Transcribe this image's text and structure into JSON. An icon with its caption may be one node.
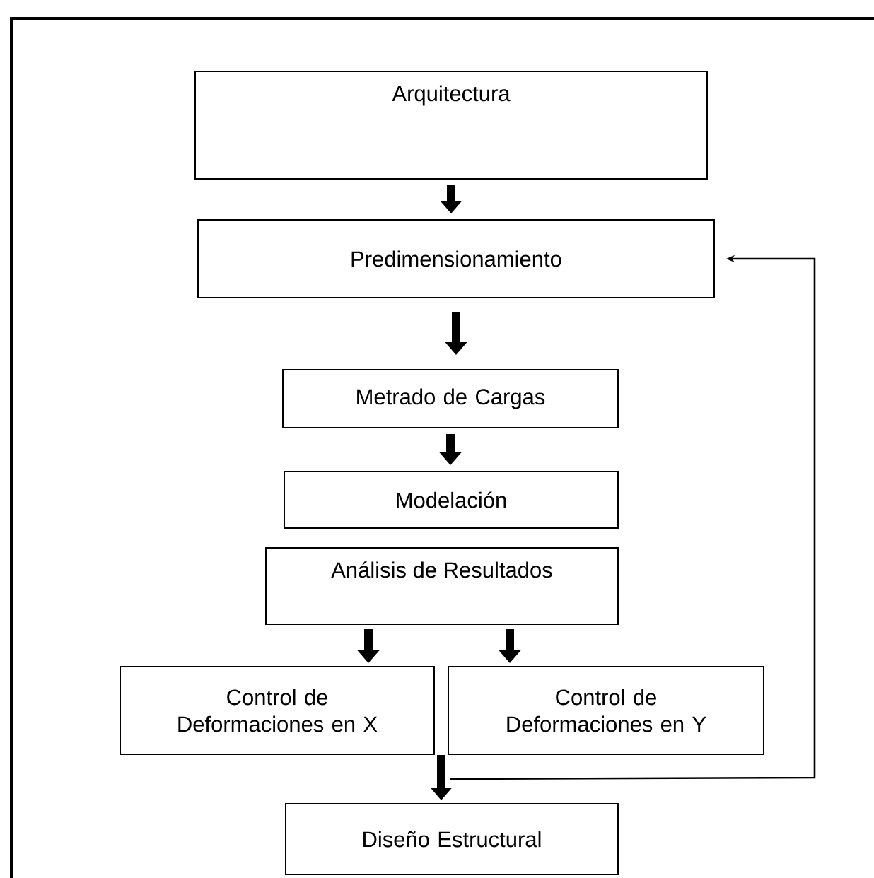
{
  "diagram": {
    "nodes": [
      {
        "text": [
          "Arquitectura"
        ]
      },
      {
        "text": [
          "Predimensionamiento"
        ]
      },
      {
        "text": [
          "Metrado de Cargas"
        ]
      },
      {
        "text": [
          "Modelación"
        ]
      },
      {
        "text": [
          "Análisis de Resultados"
        ]
      },
      {
        "text": [
          "Control de Deformaciones en X"
        ]
      },
      {
        "text": [
          "Control de Deformaciones en Y"
        ]
      },
      {
        "text": [
          "Diseño Estructural"
        ]
      }
    ],
    "edges": [
      {
        "from": 0,
        "to": 1,
        "arrow": "to"
      },
      {
        "from": 1,
        "to": 2,
        "arrow": "to"
      },
      {
        "from": 2,
        "to": 3,
        "arrow": "to"
      },
      {
        "from": 4,
        "to": 5,
        "arrow": "to"
      },
      {
        "from": 4,
        "to": 6,
        "arrow": "to"
      },
      {
        "from": 5,
        "to": 7,
        "arrow": "to"
      },
      {
        "from": 6,
        "to": 7,
        "arrow": "to"
      },
      {
        "from": 6,
        "to": 1,
        "arrow": "to"
      }
    ]
  }
}
